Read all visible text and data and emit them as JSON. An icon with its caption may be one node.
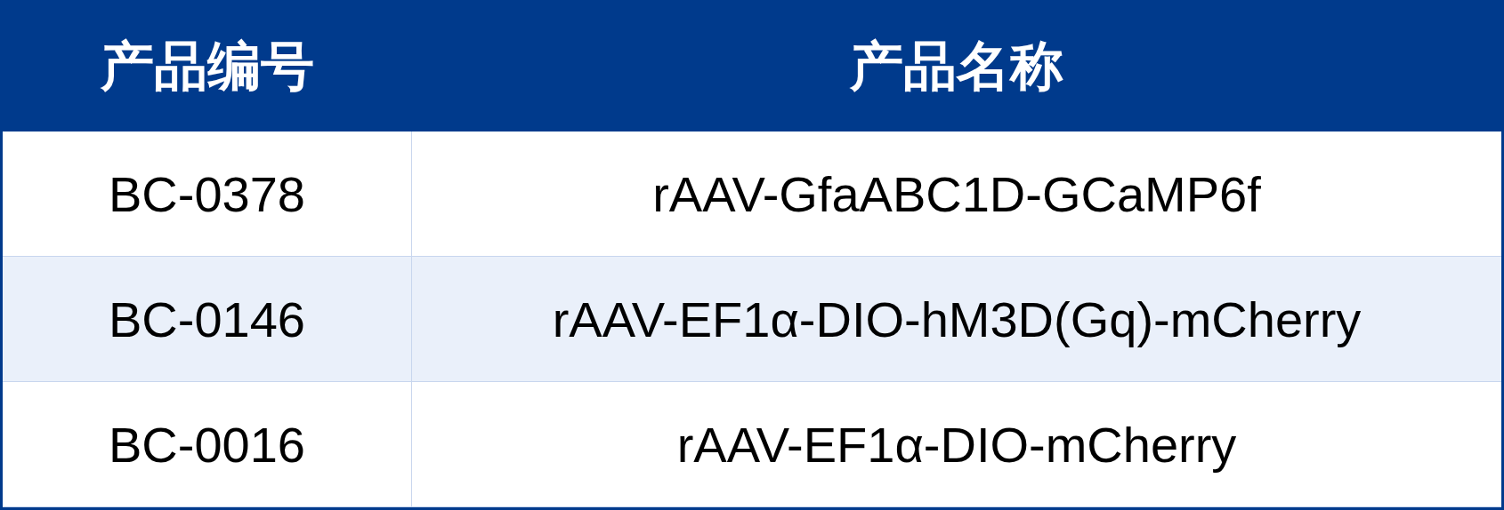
{
  "diagram": {
    "labels": [
      "产品编号",
      "产品名称",
      "BC-0378",
      "rAAV-GfaABC1D-GCaMP6f",
      "BC-0146",
      "rAAV-EF1α-DIO-hM3D(Gq)-mCherry",
      "BC-0016",
      "rAAV-EF1α-DIO-mCherry"
    ]
  }
}
